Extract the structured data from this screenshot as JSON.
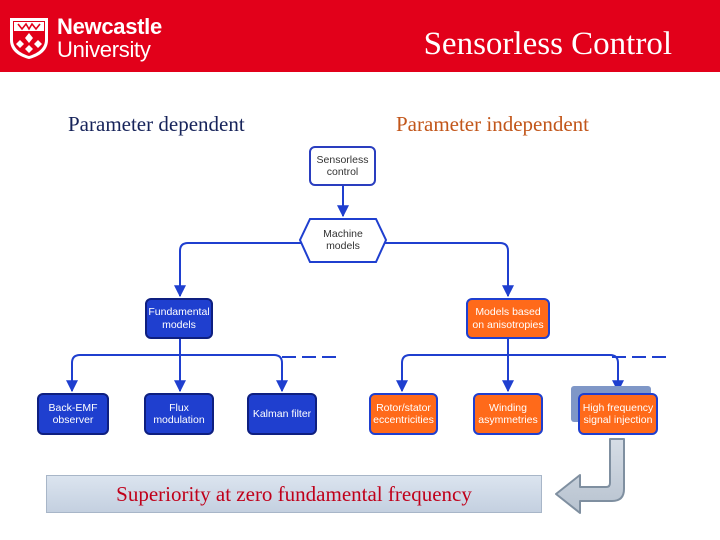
{
  "header": {
    "logo_line1": "Newcastle",
    "logo_line2": "University",
    "title": "Sensorless Control"
  },
  "columns": {
    "left_heading": "Parameter dependent",
    "right_heading": "Parameter independent"
  },
  "nodes": {
    "root": "Sensorless control",
    "machine_models": "Machine models",
    "fundamental_models": "Fundamental models",
    "anisotropy_models": "Models based on anisotropies",
    "back_emf": "Back-EMF observer",
    "flux_modulation": "Flux modulation",
    "kalman": "Kalman filter",
    "rotor_stator": "Rotor/stator eccentricities",
    "winding": "Winding asymmetries",
    "hf_injection": "High frequency signal injection"
  },
  "callout": "Superiority at zero fundamental frequency",
  "colors": {
    "header_red": "#e2001a",
    "connector_blue": "#1f3fcf",
    "parameter_dependent_box": "#1f3fcf",
    "parameter_independent_box": "#ff6a1a",
    "callout_text": "#c0001a"
  }
}
